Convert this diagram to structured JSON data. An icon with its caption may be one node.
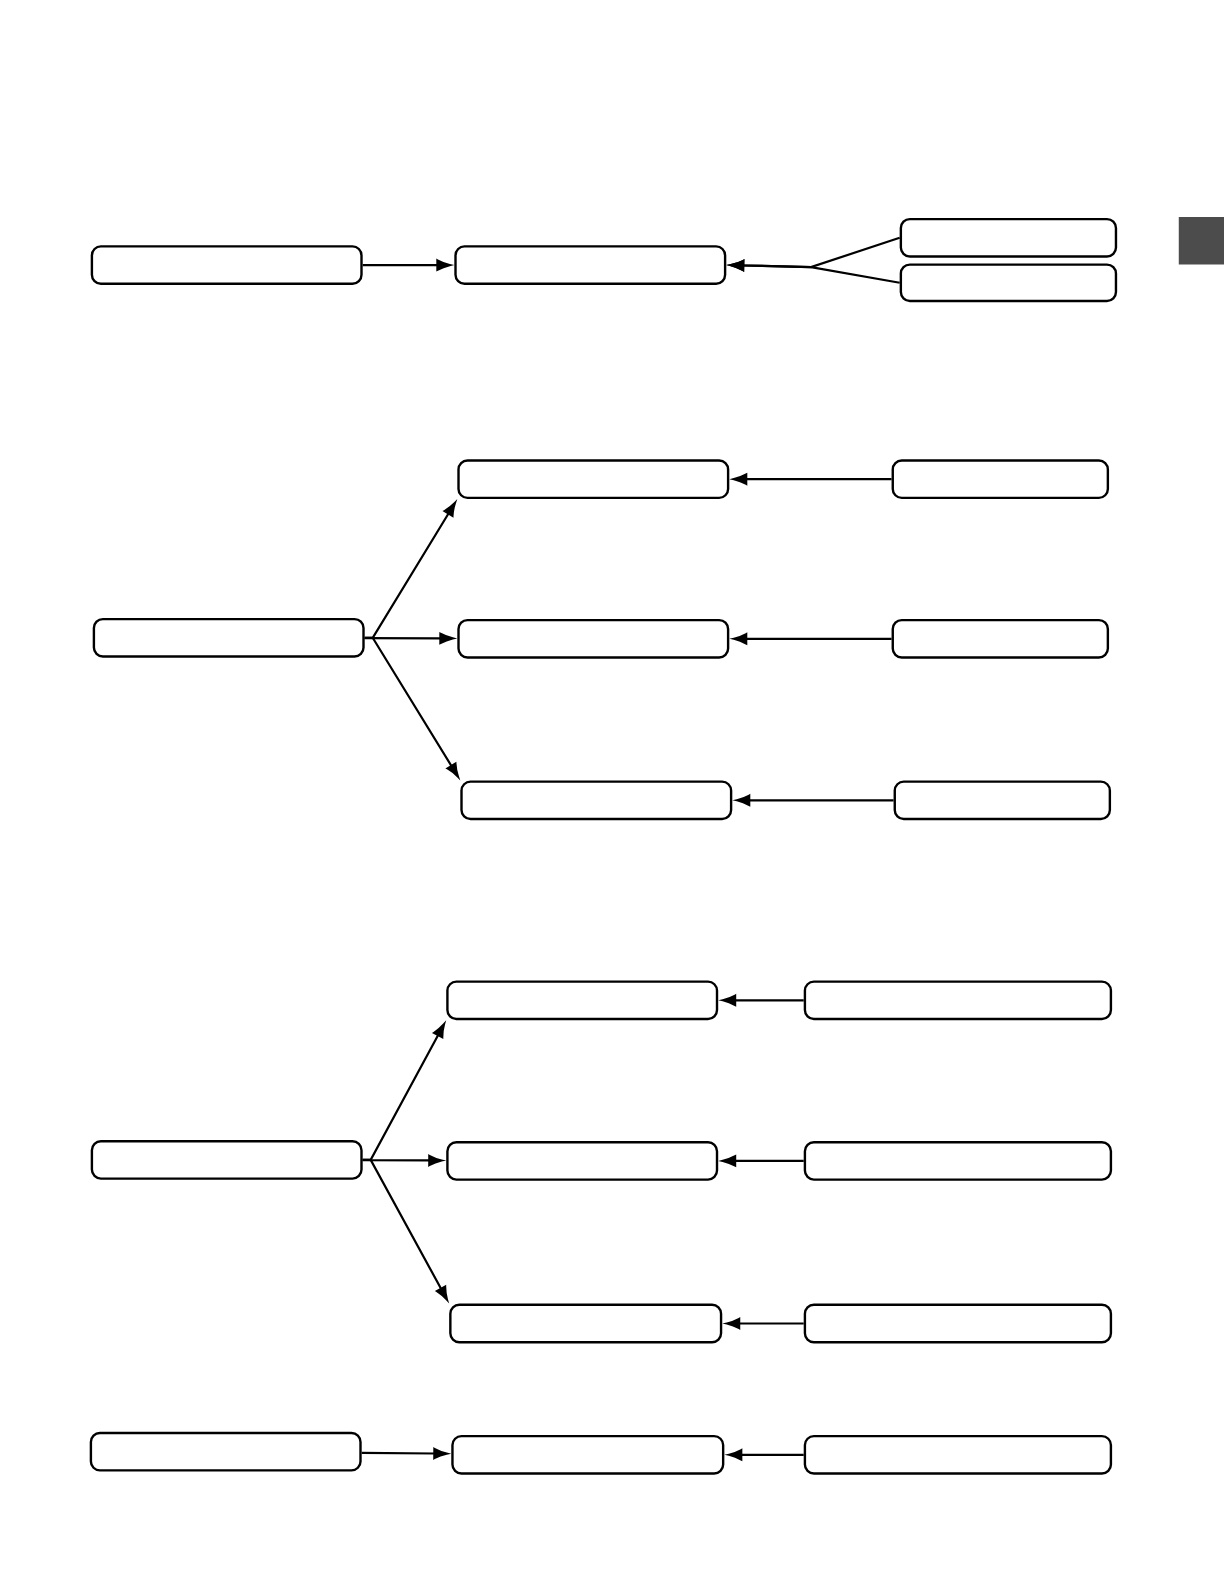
{
  "diagram": {
    "nodes": [
      {
        "text": [],
        "shape": "box"
      },
      {
        "text": [],
        "shape": "box"
      },
      {
        "text": [],
        "shape": "box"
      },
      {
        "text": [],
        "shape": "box"
      },
      {
        "text": [],
        "shape": "box"
      },
      {
        "text": [],
        "shape": "box"
      },
      {
        "text": [],
        "shape": "box"
      },
      {
        "text": [],
        "shape": "box"
      },
      {
        "text": [],
        "shape": "box"
      },
      {
        "text": [],
        "shape": "box"
      },
      {
        "text": [],
        "shape": "box"
      },
      {
        "text": [],
        "shape": "box"
      },
      {
        "text": [],
        "shape": "box"
      },
      {
        "text": [],
        "shape": "box"
      },
      {
        "text": [],
        "shape": "box"
      },
      {
        "text": [],
        "shape": "box"
      },
      {
        "text": [],
        "shape": "box"
      },
      {
        "text": [],
        "shape": "box"
      },
      {
        "text": [],
        "shape": "box"
      },
      {
        "text": [],
        "shape": "box"
      },
      {
        "text": [],
        "shape": "box"
      }
    ],
    "edges": [
      {
        "from": 0,
        "to": 1,
        "arrow": "to"
      },
      {
        "from": 2,
        "to": 1,
        "arrow": "to"
      },
      {
        "from": 3,
        "to": 1,
        "arrow": "to"
      },
      {
        "from": 4,
        "to": 5,
        "arrow": "to"
      },
      {
        "from": 4,
        "to": 7,
        "arrow": "to"
      },
      {
        "from": 4,
        "to": 9,
        "arrow": "to"
      },
      {
        "from": 6,
        "to": 5,
        "arrow": "to"
      },
      {
        "from": 8,
        "to": 7,
        "arrow": "to"
      },
      {
        "from": 10,
        "to": 9,
        "arrow": "to"
      },
      {
        "from": 11,
        "to": 12,
        "arrow": "to"
      },
      {
        "from": 11,
        "to": 14,
        "arrow": "to"
      },
      {
        "from": 11,
        "to": 16,
        "arrow": "to"
      },
      {
        "from": 13,
        "to": 12,
        "arrow": "to"
      },
      {
        "from": 15,
        "to": 14,
        "arrow": "to"
      },
      {
        "from": 17,
        "to": 16,
        "arrow": "to"
      },
      {
        "from": 18,
        "to": 19,
        "arrow": "to"
      },
      {
        "from": 20,
        "to": 19,
        "arrow": "to"
      }
    ]
  }
}
